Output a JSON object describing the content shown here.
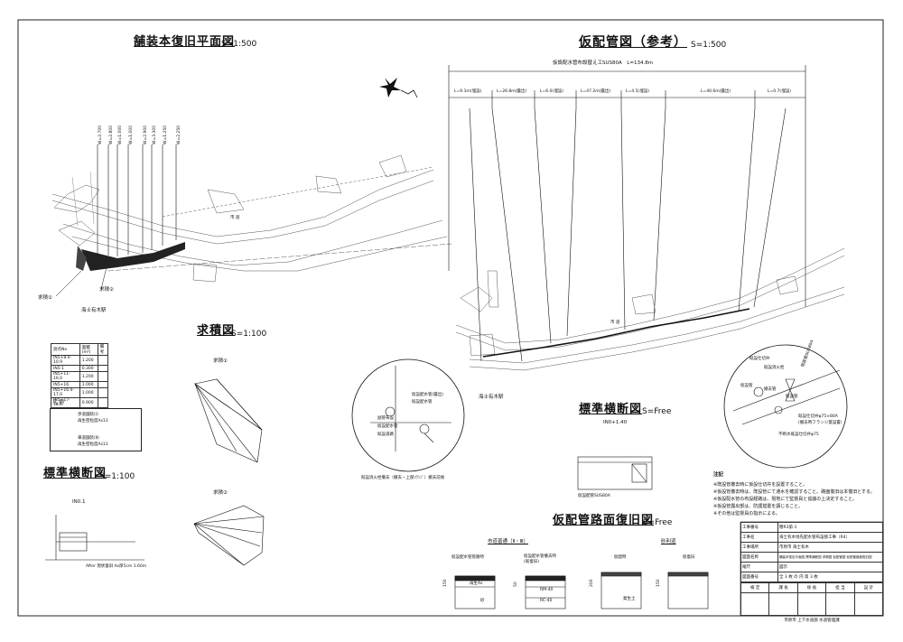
{
  "titles": {
    "plan_restore": "舗装本復旧平面図",
    "plan_restore_scale": "S=1:500",
    "temp_pipe": "仮配管図（参考）",
    "temp_pipe_scale": "S=1:500",
    "area_calc": "求積図",
    "area_calc_scale": "S=1:100",
    "std_section_left": "標準横断図",
    "std_section_left_scale": "S=1:100",
    "std_section_right": "標準横断図",
    "std_section_right_scale": "S=Free",
    "road_restore": "仮配管路面復旧図",
    "road_restore_scale": "S=Free"
  },
  "temp_pipe": {
    "total_label": "仮設配水管布設替え工SUS80A　L=134.8m",
    "segments": [
      "L=9.1m(埋設)",
      "L=26.8m(露出)",
      "L=6.0(埋設)",
      "L=47.2m(露出)",
      "L=4.5(埋設)",
      "L=40.6m(露出)",
      "L=0.7(埋設)"
    ]
  },
  "plan_labels": {
    "station_left": "海士有木駅",
    "station_right": "海士有木駅",
    "area1": "求積①",
    "area2": "求積②",
    "dims": [
      "W=2.700",
      "W=2.800",
      "W=1.000",
      "W=1.000",
      "W=2.900",
      "W=3.300",
      "W=1.250",
      "W=2.250"
    ],
    "road_left": "市 道",
    "road_right": "市 道"
  },
  "area_table": {
    "headers": [
      "測点No",
      "面積(m²)",
      "備考"
    ],
    "rows": [
      [
        "IN5+8.0-10.9",
        "1.200",
        ""
      ],
      [
        "IN5-1",
        "0.300",
        ""
      ],
      [
        "IN5+11-16.0",
        "1.200",
        ""
      ],
      [
        "IN5+16",
        "1.000",
        ""
      ],
      [
        "IN5+16.0-17.0",
        "1.000",
        ""
      ],
      [
        "IN5+17-18.0",
        "0.900",
        ""
      ]
    ]
  },
  "legend": {
    "title": "凡 例",
    "items": [
      {
        "label": "歩道舗装(Ⅰ)\n再生密粒度As13"
      },
      {
        "label": "車道舗装(Ⅱ)\n再生密粒度As13"
      }
    ]
  },
  "area_figs": {
    "fig1": "求積①",
    "fig2": "求積②"
  },
  "left_section": {
    "label": "IN0.1",
    "note": "After 現状復旧 As厚5cm 1.60m"
  },
  "right_section": {
    "label": "IN0+1.40",
    "pipe": "仮設配管SUS80A"
  },
  "circle_left": {
    "labels": [
      "仮設配水管(露出)",
      "既設配水管",
      "副管布設",
      "仮設配水管",
      "既設道路"
    ],
    "caption": "既設消火栓撤去（撤去・上部ﾌﾗﾝｼﾞ）撤去前後"
  },
  "circle_right": {
    "labels": [
      "既設仕切弁",
      "既設消火栓",
      "仮設管",
      "撤去管",
      "仮設管"
    ],
    "callout1": "既設管SUS80A",
    "callout2": "既設仕切弁φ75×80A\n(撤去時フランジ蓋設置)",
    "callout3": "不断水既設仕切弁φ75"
  },
  "notes": {
    "heading": "注記",
    "lines": [
      "※既設管撤去時に仮設仕切弁を設置すること。",
      "※仮設管撤去時は、既設管にて通水を確認すること。路面復旧は本復旧とする。",
      "※仮設配水管の布設経路は、現地にて監督員と協議の上決定すること。",
      "※仮設管露出部は、防護措置を講じること。",
      "※その他は監督員の指示による。"
    ]
  },
  "road_restore": {
    "city_road": "市道普通（Ⅱ・Ⅲ）",
    "gravel_road": "砂利道",
    "sec1": "仮設配水管管路時",
    "sec2": "仮設配水管撤去時\n(既復旧)",
    "sec3": "仮配時",
    "sec4": "仮復旧",
    "label_new": "再生As",
    "label_base": "RM-40",
    "label_subbase": "RC-40",
    "label_sand": "砂",
    "label_ex": "発生土",
    "d150": "150",
    "d50": "50",
    "d200": "200",
    "d150b": "150"
  },
  "title_block": {
    "rows": [
      [
        "工事番号",
        "簡R3第-1"
      ],
      [
        "工事名",
        "海士有木地先配水管布設替工事（R4）"
      ],
      [
        "工事場所",
        "市原市 海士有木"
      ],
      [
        "図面名称",
        "舗装本復旧平面図 標準横断図 求積図 仮配管図 仮配管路面復旧図"
      ],
      [
        "縮尺",
        "図示"
      ],
      [
        "図面番号",
        "全 3 枚 の 内 第 3 枚"
      ]
    ],
    "sign_headers": [
      "検 定",
      "課 長",
      "係 長",
      "担 当",
      "設 計"
    ],
    "footer": "市原市 上下水道部 水道管理課"
  }
}
